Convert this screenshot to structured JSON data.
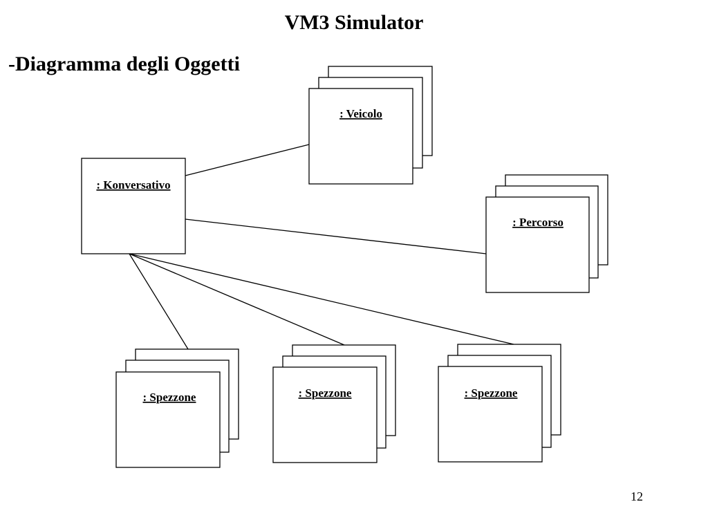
{
  "slide": {
    "title": "VM3 Simulator",
    "subtitle": "-Diagramma degli Oggetti",
    "page_number": "12"
  },
  "objects": {
    "konversativo": ": Konversativo",
    "veicolo": ": Veicolo",
    "percorso": ": Percorso",
    "spezzone_1": ": Spezzone",
    "spezzone_2": ": Spezzone",
    "spezzone_3": ": Spezzone"
  }
}
